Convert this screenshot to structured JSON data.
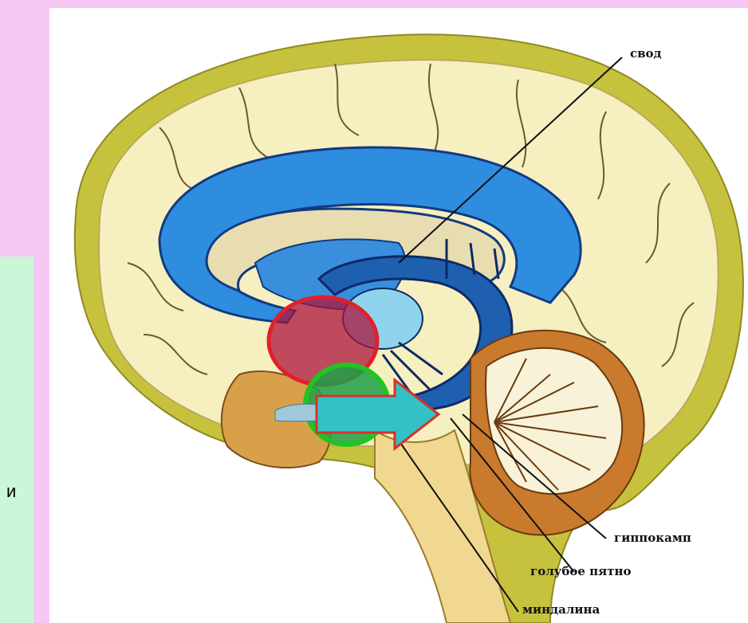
{
  "panel_text": "и",
  "labels": {
    "svod": "свод",
    "hippocampus": "гиппокамп",
    "locus_coeruleus": "голубое пятно",
    "amygdala": "миндалина"
  },
  "colors": {
    "background": "#f7c7f4",
    "panel": "#c9f7d7",
    "ventricle": "#2f8de0",
    "cortex_outline": "#c9c84a",
    "hippocampus_marker": "#e0202a",
    "amygdala_marker": "#22c422",
    "arrow_fill": "#34c0c6",
    "arrow_outline": "#d4322a"
  },
  "icons": {
    "pointer": "arrow-right-icon"
  }
}
